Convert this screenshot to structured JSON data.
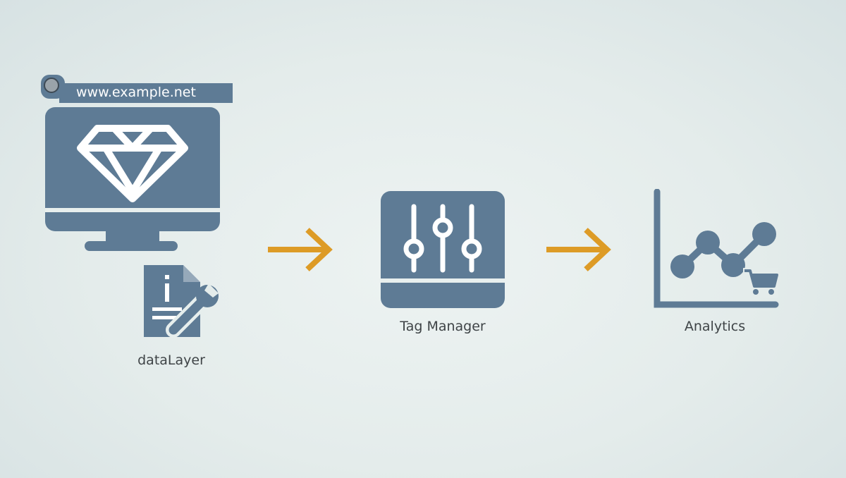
{
  "colors": {
    "icon": "#5e7b95",
    "arrow": "#dd9b26",
    "text": "#3f4447"
  },
  "website": {
    "url": "www.example.net"
  },
  "nodes": [
    {
      "label": "dataLayer",
      "icon": "document-wrench-icon"
    },
    {
      "label": "Tag Manager",
      "icon": "sliders-icon"
    },
    {
      "label": "Analytics",
      "icon": "line-chart-cart-icon"
    }
  ]
}
